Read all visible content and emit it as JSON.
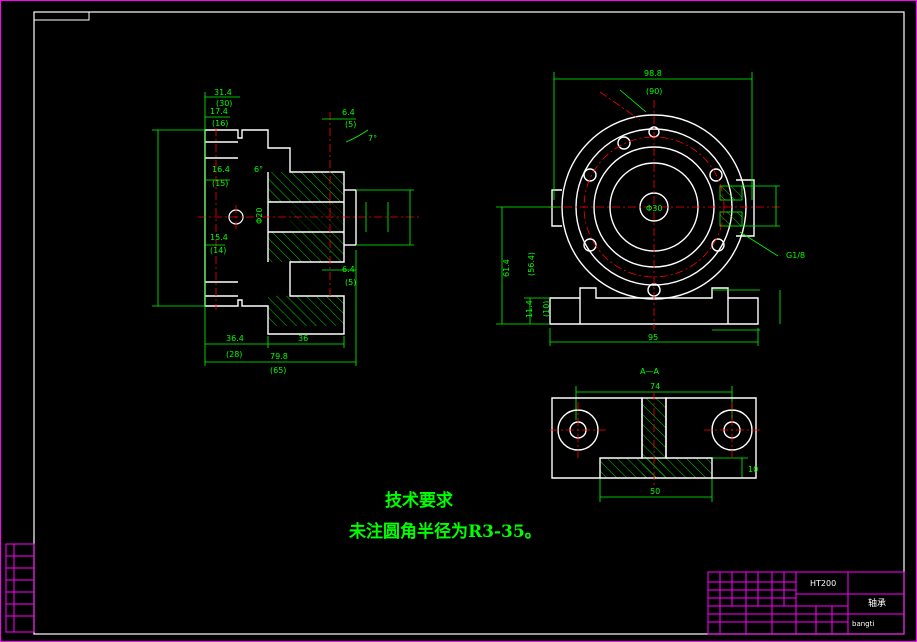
{
  "notes": {
    "title": "技术要求",
    "line1": "未注圆角半径为R3-35。"
  },
  "section_label": "A—A",
  "title_block": {
    "material": "HT200",
    "part_name": "轴承",
    "drawing_no": "bangti"
  },
  "dimensions": {
    "left_view": [
      "31.4",
      "(30)",
      "17.4",
      "(16)",
      "16.4",
      "(15)",
      "15.4",
      "(14)",
      "6°",
      "36.4",
      "(28)",
      "36",
      "79.8",
      "(65)",
      "Φ20",
      "6.4",
      "(5)",
      "6.4",
      "(5)",
      "7°"
    ],
    "front_view": [
      "98.8",
      "(90)",
      "61.4",
      "(56.4)",
      "11.4",
      "(10)",
      "95",
      "Φ30",
      "G1/8"
    ],
    "section_view": [
      "74",
      "50",
      "10"
    ]
  },
  "colors": {
    "outline": "#ffffff",
    "dimension": "#00ff00",
    "centerline": "#ff0000",
    "hatch": "#00ff00",
    "frame": "#ff00ff",
    "border": "#ffffff"
  }
}
